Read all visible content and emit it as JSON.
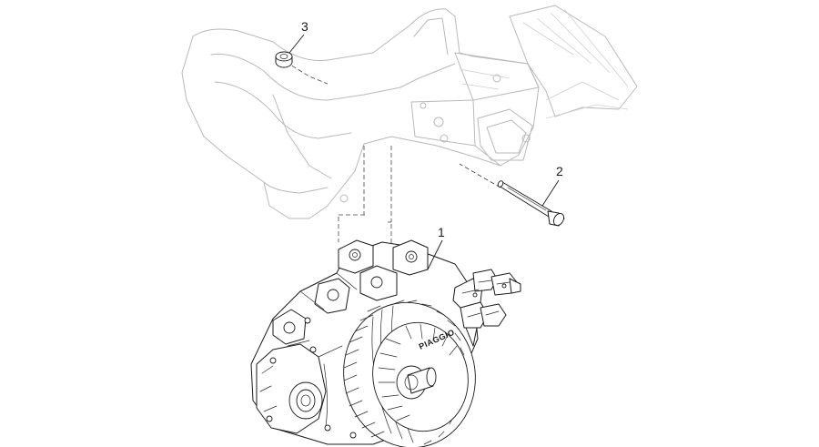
{
  "callouts": [
    {
      "id": "1",
      "label": "1"
    },
    {
      "id": "2",
      "label": "2"
    },
    {
      "id": "3",
      "label": "3"
    }
  ],
  "motor_logo": "PIAGGIO",
  "colors": {
    "background": "#ffffff",
    "ghost_lines": "#b9b9b9",
    "part_lines": "#1a1a1a"
  }
}
